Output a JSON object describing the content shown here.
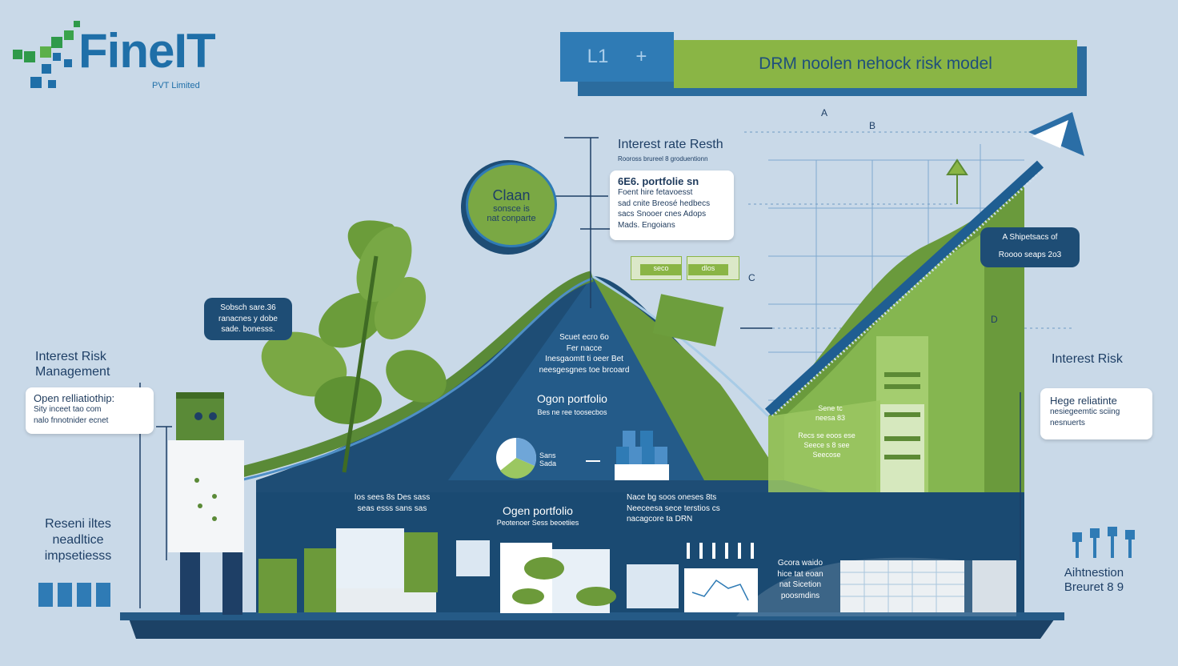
{
  "logo": {
    "name": "FineIT",
    "subtitle": "PVT Limited"
  },
  "banner": {
    "left_text": "L1",
    "plus": "+",
    "title": "DRM noolen nehock risk model"
  },
  "top_center": {
    "title": "Interest rate Resth",
    "subtitle": "Rooross brureel 8 groduentionn"
  },
  "circle": {
    "line1": "Claan",
    "line2": "sonsce is",
    "line3": "nat conparte"
  },
  "portfolio_card": {
    "line1": "6E6. portfolie sn",
    "line2": "Foent hire fetavoesst",
    "line3": "sad cnite Breosé hedbecs",
    "line4": "sacs Snooer cnes Adops",
    "line5": "Mads. Engoians"
  },
  "green_tags": {
    "tag1": "seco",
    "tag2": "dlos"
  },
  "left_dark_card": {
    "line1": "Sobsch  sare.36",
    "line2": "ranacnes y dobe",
    "line3": "sade. bonesss."
  },
  "right_dark_card": {
    "line1": "A Shipetsacs of",
    "line2": "Roooo seaps 2o3"
  },
  "left_heading": {
    "line1": "Interest Risk",
    "line2": "Management"
  },
  "left_card": {
    "line1": "Open relliatiothip:",
    "line2": "Sity inceet tao com",
    "line3": "nalo fnnotnider ecnet"
  },
  "bottom_left": {
    "line1": "Reseni iltes",
    "line2": "neadltice",
    "line3": "impsetiesss"
  },
  "right_heading": "Interest Risk",
  "right_card": {
    "line1": "Hege reliatinte",
    "line2": "nesiegeemtic sciing",
    "line3": "nesnuerts"
  },
  "bottom_right": {
    "line1": "Aihtnestion",
    "line2": "Breuret 8 9"
  },
  "mountain_text": {
    "line1": "Scuet ecro 6o",
    "line2": "Fer nacce",
    "line3": "Inesgaomtt ti oeer Bet",
    "line4": "neesgesgnes toe brcoard"
  },
  "mid_portfolio": {
    "title": "Ogon portfolio",
    "subtitle": "Bes ne ree toosecbos"
  },
  "pie_labels": {
    "line1": "Sans",
    "line2": "Sada"
  },
  "lower_left_text": {
    "line1": "Ios sees 8s Des sass",
    "line2": "seas esss sans sas"
  },
  "lower_portfolio": {
    "title": "Ogen portfolio",
    "subtitle": "Peotenoer Sess beoetiies"
  },
  "lower_right_text": {
    "line1": "Nace bg  soos oneses 8ts",
    "line2": "Neeceesa sece terstios cs",
    "line3": "nacagcore ta DRN"
  },
  "green_slope_text": {
    "line1": "Sene tc",
    "line2": "neesa 83"
  },
  "green_slope_text2": {
    "line1": "Recs se eoos ese",
    "line2": "Seece s 8 see",
    "line3": "Seecose"
  },
  "bottom_center_text": {
    "line1": "Gcora waido",
    "line2": "hice tat eoan",
    "line3": "nat Sicetion",
    "line4": "poosmdins"
  },
  "chart_marks": {
    "m1": "A",
    "m2": "B",
    "m3": "C",
    "m4": "D"
  },
  "colors": {
    "navy": "#1e4d75",
    "blue": "#2f7bb5",
    "green": "#8ab545",
    "dark_green": "#4d7a2c",
    "bg": "#c9d9e8"
  }
}
